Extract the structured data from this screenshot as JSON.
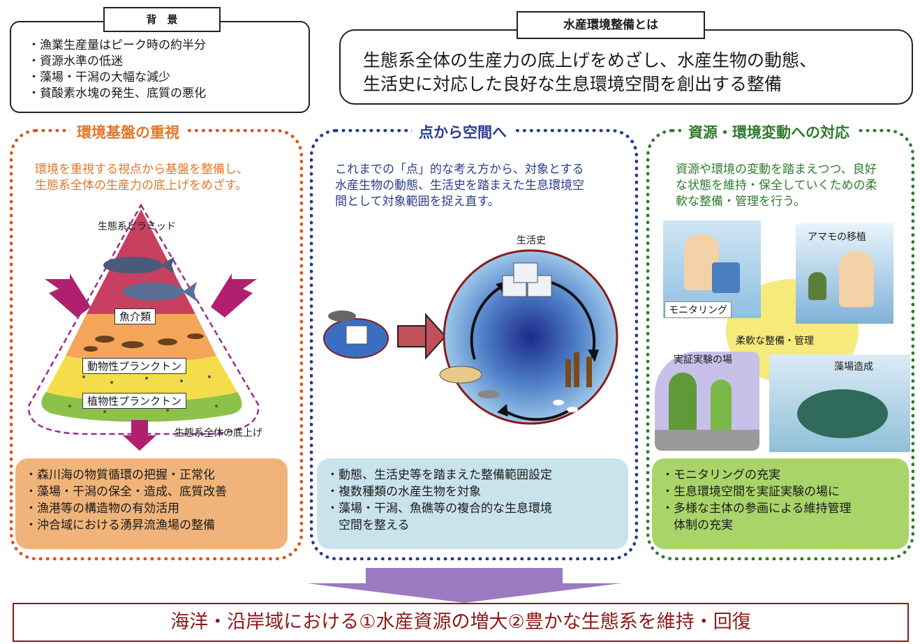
{
  "background": {
    "title": "背　景",
    "items": [
      "・漁業生産量はピーク時の約半分",
      "・資源水準の低迷",
      "・藻場・干潟の大幅な減少",
      "・貧酸素水塊の発生、底質の悪化"
    ]
  },
  "definition": {
    "title": "水産環境整備とは",
    "lines": [
      "生態系全体の生産力の底上げをめざし、水産生物の動態、",
      "生活史に対応した良好な生息環境空間を創出する整備"
    ]
  },
  "columns": [
    {
      "title": "環境基盤の重視",
      "desc": [
        "環境を重視する視点から基盤を整備し、",
        "生態系全体の生産力の底上げをめざす。"
      ],
      "figure": {
        "pyramid_label": "生態系ピラミッド",
        "levels": [
          "魚介類",
          "動物性プランクトン",
          "植物性プランクトン"
        ],
        "bottom_label": "生態系全体の底上げ"
      },
      "points": [
        "・森川海の物質循環の把握・正常化",
        "・藻場・干潟の保全・造成、底質改善",
        "・漁港等の構造物の有効活用",
        "・沖合域における湧昇流漁場の整備"
      ],
      "colors": {
        "accent": "#e0772a",
        "dots": "#d9541e",
        "panel": "#f0b47a"
      }
    },
    {
      "title": "点から空間へ",
      "desc": [
        "これまでの「点」的な考え方から、対象とする",
        "水産生物の動態、生活史を踏まえた生息環境空",
        "間として対象範囲を捉え直す。"
      ],
      "figure": {
        "life_label": "生活史"
      },
      "points": [
        "・動態、生活史等を踏まえた整備範囲設定",
        "・複数種類の水産生物を対象",
        "・藻場・干潟、魚礁等の複合的な生息環境",
        "　空間を整える"
      ],
      "colors": {
        "accent": "#2a3b8f",
        "dots": "#233a93",
        "panel": "#c9e3ec"
      }
    },
    {
      "title": "資源・環境変動への対応",
      "desc": [
        "資源や環境の変動を踏まえつつ、良好",
        "な状態を維持・保全していくための柔",
        "軟な整備・管理を行う。"
      ],
      "figure": {
        "photo_labels": [
          "アマモの移植",
          "モニタリング",
          "実証実験の場",
          "藻場造成"
        ],
        "center_label": "柔軟な整備・管理"
      },
      "points": [
        "・モニタリングの充実",
        "・生息環境空間を実証実験の場に",
        "・多様な主体の参画による維持管理",
        "　体制の充実"
      ],
      "colors": {
        "accent": "#2f7a2f",
        "dots": "#2f7a2f",
        "panel": "#a9d46a"
      }
    }
  ],
  "conclusion": "海洋・沿岸域における①水産資源の増大②豊かな生態系を維持・回復",
  "colors": {
    "arrow": "#9a7ac0",
    "conclusion_border": "#8b1a1a",
    "pink_arrow": "#b0206e"
  }
}
